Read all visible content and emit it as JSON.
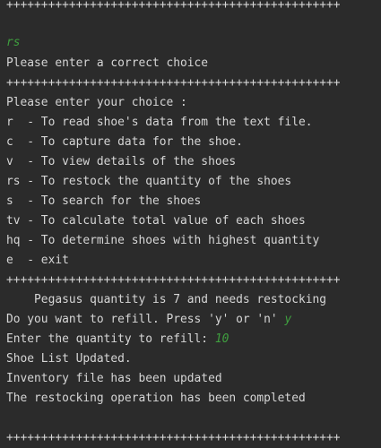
{
  "console": {
    "separator": "++++++++++++++++++++++++++++++++++++++++++++++++",
    "first_input": "rs",
    "invalid_msg": "Please enter a correct choice",
    "menu_title": "Please enter your choice :",
    "menu_items": [
      "r  - To read shoe's data from the text file.",
      "c  - To capture data for the shoe.",
      "v  - To view details of the shoes",
      "rs - To restock the quantity of the shoes",
      "s  - To search for the shoes",
      "tv - To calculate total value of each shoes",
      "hq - To determine shoes with highest quantity",
      "e  - exit"
    ],
    "restock_notice": "    Pegasus quantity is 7 and needs restocking",
    "refill_prompt": "Do you want to refill. Press 'y' or 'n' ",
    "refill_answer": "y",
    "quantity_prompt": "Enter the quantity to refill: ",
    "quantity_answer": "10",
    "list_updated": "Shoe List Updated.",
    "file_updated": "Inventory file has been updated",
    "completed": "The restocking operation has been completed"
  },
  "colors": {
    "background": "#2b2b2b",
    "text": "#d6d6d6",
    "user_input": "#3f9f3f"
  }
}
